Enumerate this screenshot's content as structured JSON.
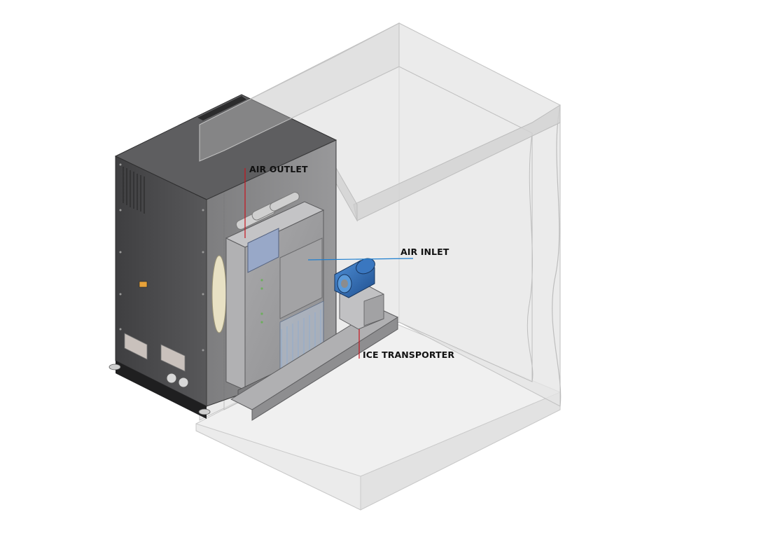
{
  "labels": {
    "air_outlet": "AIR OUTLET",
    "air_inlet": "AIR INLET",
    "ice_transporter": "ICE TRANSPORTER"
  },
  "colors": {
    "outlet_line": "#c8141e",
    "inlet_line": "#1e7fd0",
    "ice_line": "#c8141e",
    "cabinet_dark": "#4d4d4f",
    "room_translucent": "#d6d6d6",
    "motor_blue": "#2f6fb5"
  },
  "icons": [
    "ice-machine-cabinet",
    "ice-generator-unit",
    "blower-motor",
    "conveyor"
  ]
}
